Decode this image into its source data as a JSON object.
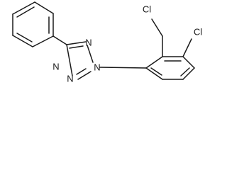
{
  "structure": {
    "atoms": {
      "n1": "N",
      "n2": "N",
      "n3": "N",
      "n4": "N",
      "cl_methyl": "Cl",
      "cl_ring": "Cl"
    }
  }
}
